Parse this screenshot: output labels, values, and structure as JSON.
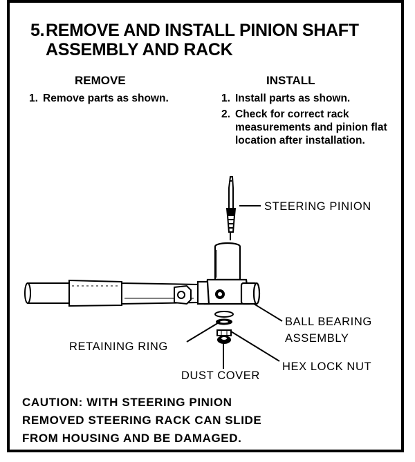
{
  "section": {
    "number": "5.",
    "title_line1": "REMOVE AND INSTALL PINION SHAFT",
    "title_line2": "ASSEMBLY AND RACK"
  },
  "remove": {
    "heading": "REMOVE",
    "steps": [
      {
        "num": "1.",
        "text": "Remove parts as shown."
      }
    ]
  },
  "install": {
    "heading": "INSTALL",
    "steps": [
      {
        "num": "1.",
        "text": "Install parts as shown."
      },
      {
        "num": "2.",
        "text": "Check for correct rack measurements and pinion flat location after installation."
      }
    ]
  },
  "callouts": {
    "steering_pinion": "STEERING PINION",
    "ball_bearing_line1": "BALL BEARING",
    "ball_bearing_line2": "ASSEMBLY",
    "retaining_ring": "RETAINING RING",
    "hex_lock_nut": "HEX LOCK NUT",
    "dust_cover": "DUST COVER"
  },
  "caution": {
    "line1": "CAUTION:  WITH STEERING PINION",
    "line2": "REMOVED STEERING RACK CAN SLIDE",
    "line3": "FROM HOUSING AND BE DAMAGED."
  }
}
